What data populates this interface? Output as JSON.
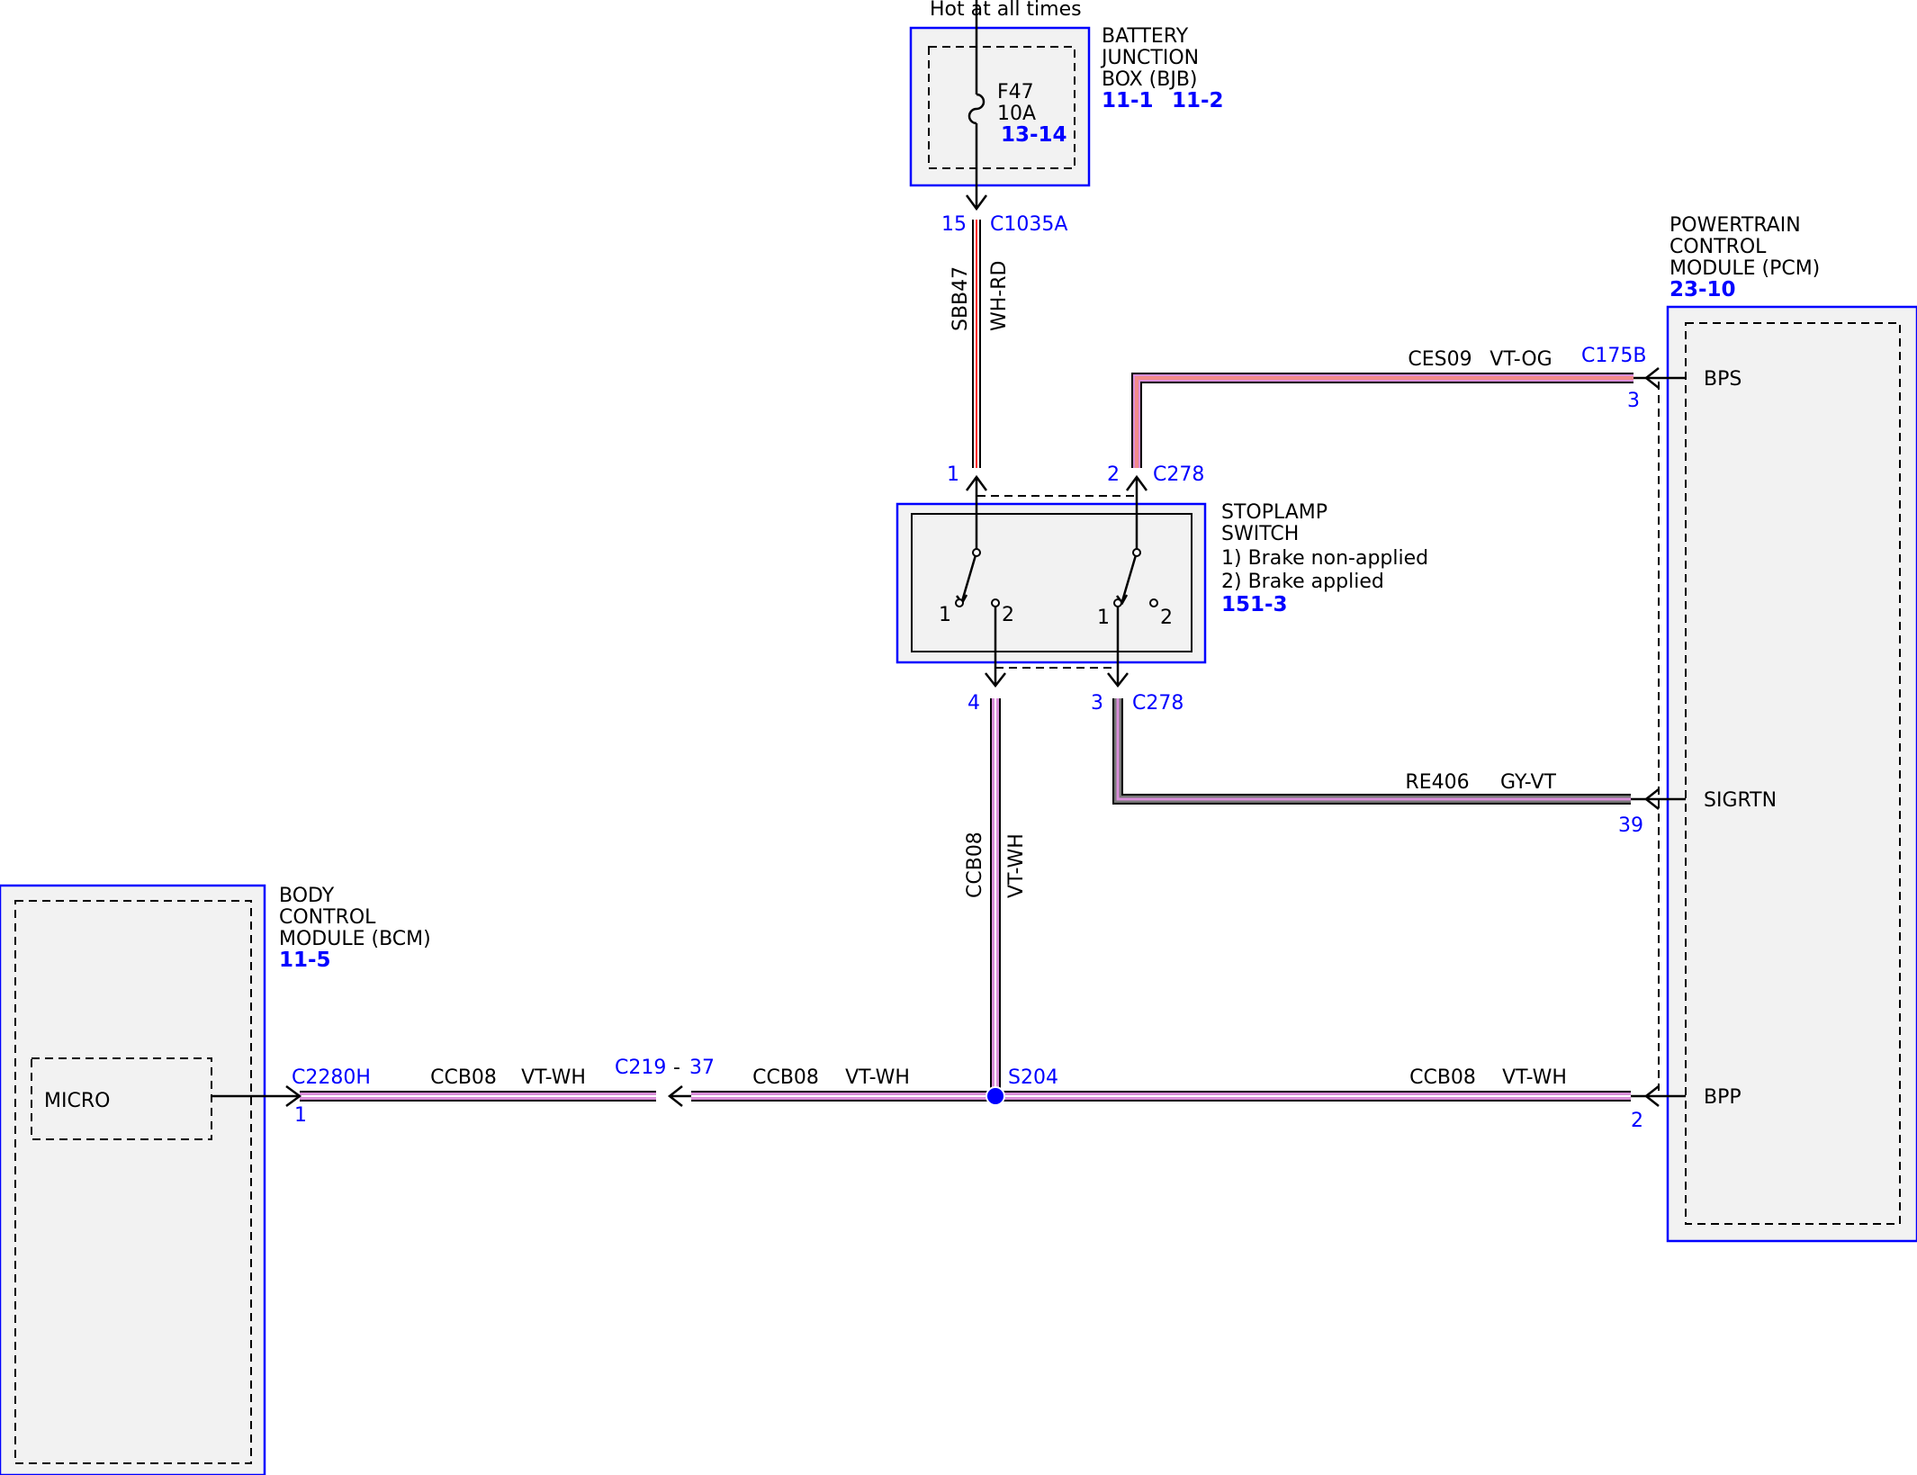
{
  "colors": {
    "frame": "#0000ff",
    "pin_text": "#0000ff",
    "wire_white": "#ffffff",
    "wire_red": "#ff2a2a",
    "wire_violet": "#d98ed9",
    "wire_orange": "#f28a8a",
    "wire_gray": "#777777",
    "splice": "#0000ff"
  },
  "power_source": {
    "label": "Hot at all times"
  },
  "bjb": {
    "name_lines": [
      "BATTERY",
      "JUNCTION",
      "BOX (BJB)"
    ],
    "refs": [
      "11-1",
      "11-2"
    ],
    "fuse": {
      "name": "F47",
      "rating": "10A",
      "ref": "13-14",
      "icon": "fuse-icon"
    }
  },
  "pcm": {
    "name_lines": [
      "POWERTRAIN",
      "CONTROL",
      "MODULE (PCM)"
    ],
    "ref": "23-10",
    "connector": "C175B",
    "pins": [
      {
        "label": "BPS",
        "number": "3"
      },
      {
        "label": "SIGRTN",
        "number": "39"
      },
      {
        "label": "BPP",
        "number": "2"
      }
    ]
  },
  "stoplamp": {
    "name_lines": [
      "STOPLAMP",
      "SWITCH"
    ],
    "notes": [
      "1) Brake non-applied",
      "2) Brake applied"
    ],
    "ref": "151-3",
    "connector": "C278",
    "pins": {
      "p1": "1",
      "p2": "2",
      "p3": "3",
      "p4": "4"
    },
    "contact_labels": {
      "a1": "1",
      "a2": "2",
      "b1": "1",
      "b2": "2"
    }
  },
  "bcm": {
    "name_lines": [
      "BODY",
      "CONTROL",
      "MODULE (BCM)"
    ],
    "ref": "11-5",
    "micro": "MICRO",
    "connector": "C2280H",
    "pin": "1"
  },
  "connectors": {
    "c1035a": {
      "name": "C1035A",
      "pin": "15"
    },
    "c219": {
      "name": "C219",
      "separator": "-",
      "pin": "37"
    },
    "s204": {
      "name": "S204"
    }
  },
  "wires": {
    "sbb47": {
      "circuit": "SBB47",
      "color": "WH-RD"
    },
    "ces09": {
      "circuit": "CES09",
      "color": "VT-OG"
    },
    "re406": {
      "circuit": "RE406",
      "color": "GY-VT"
    },
    "ccb08_vertical": {
      "circuit": "CCB08",
      "color": "VT-WH"
    },
    "ccb08_left": {
      "circuit": "CCB08",
      "color": "VT-WH"
    },
    "ccb08_mid": {
      "circuit": "CCB08",
      "color": "VT-WH"
    },
    "ccb08_right": {
      "circuit": "CCB08",
      "color": "VT-WH"
    }
  }
}
